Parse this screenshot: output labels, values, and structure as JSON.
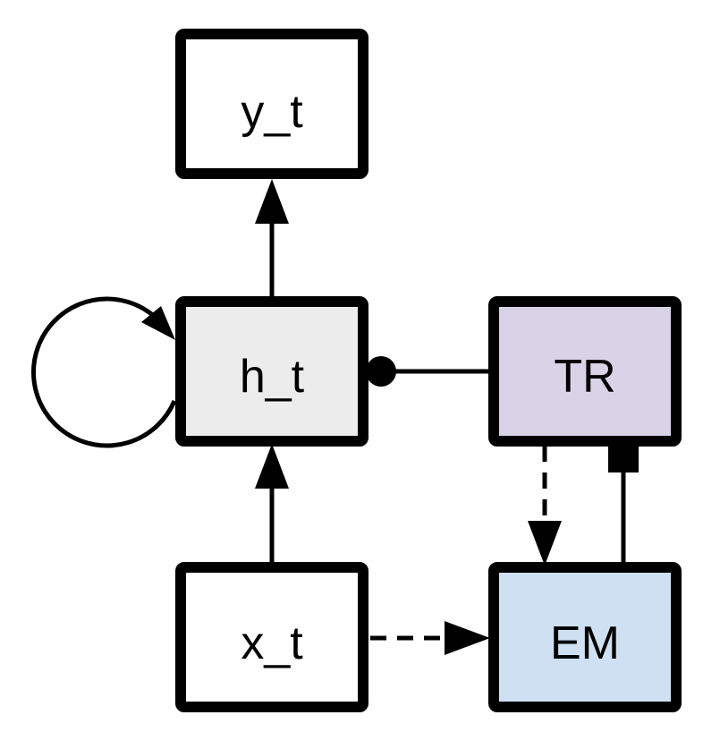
{
  "diagram": {
    "nodes": [
      {
        "id": "y_t",
        "label": "y_t",
        "fill": "#ffffff"
      },
      {
        "id": "h_t",
        "label": "h_t",
        "fill": "#ececec"
      },
      {
        "id": "TR",
        "label": "TR",
        "fill": "#d9d3e8"
      },
      {
        "id": "x_t",
        "label": "x_t",
        "fill": "#ffffff"
      },
      {
        "id": "EM",
        "label": "EM",
        "fill": "#cfe0f2"
      }
    ],
    "edges": [
      {
        "from": "h_t",
        "to": "y_t",
        "style": "solid",
        "head": "arrow"
      },
      {
        "from": "h_t",
        "to": "h_t",
        "style": "solid",
        "head": "arrow",
        "kind": "self-loop"
      },
      {
        "from": "x_t",
        "to": "h_t",
        "style": "solid",
        "head": "arrow"
      },
      {
        "from": "TR",
        "to": "h_t",
        "style": "solid",
        "head": "dot"
      },
      {
        "from": "TR",
        "to": "EM",
        "style": "dashed",
        "head": "arrow"
      },
      {
        "from": "EM",
        "to": "TR",
        "style": "solid",
        "head": "square"
      },
      {
        "from": "x_t",
        "to": "EM",
        "style": "dashed",
        "head": "arrow"
      }
    ]
  }
}
